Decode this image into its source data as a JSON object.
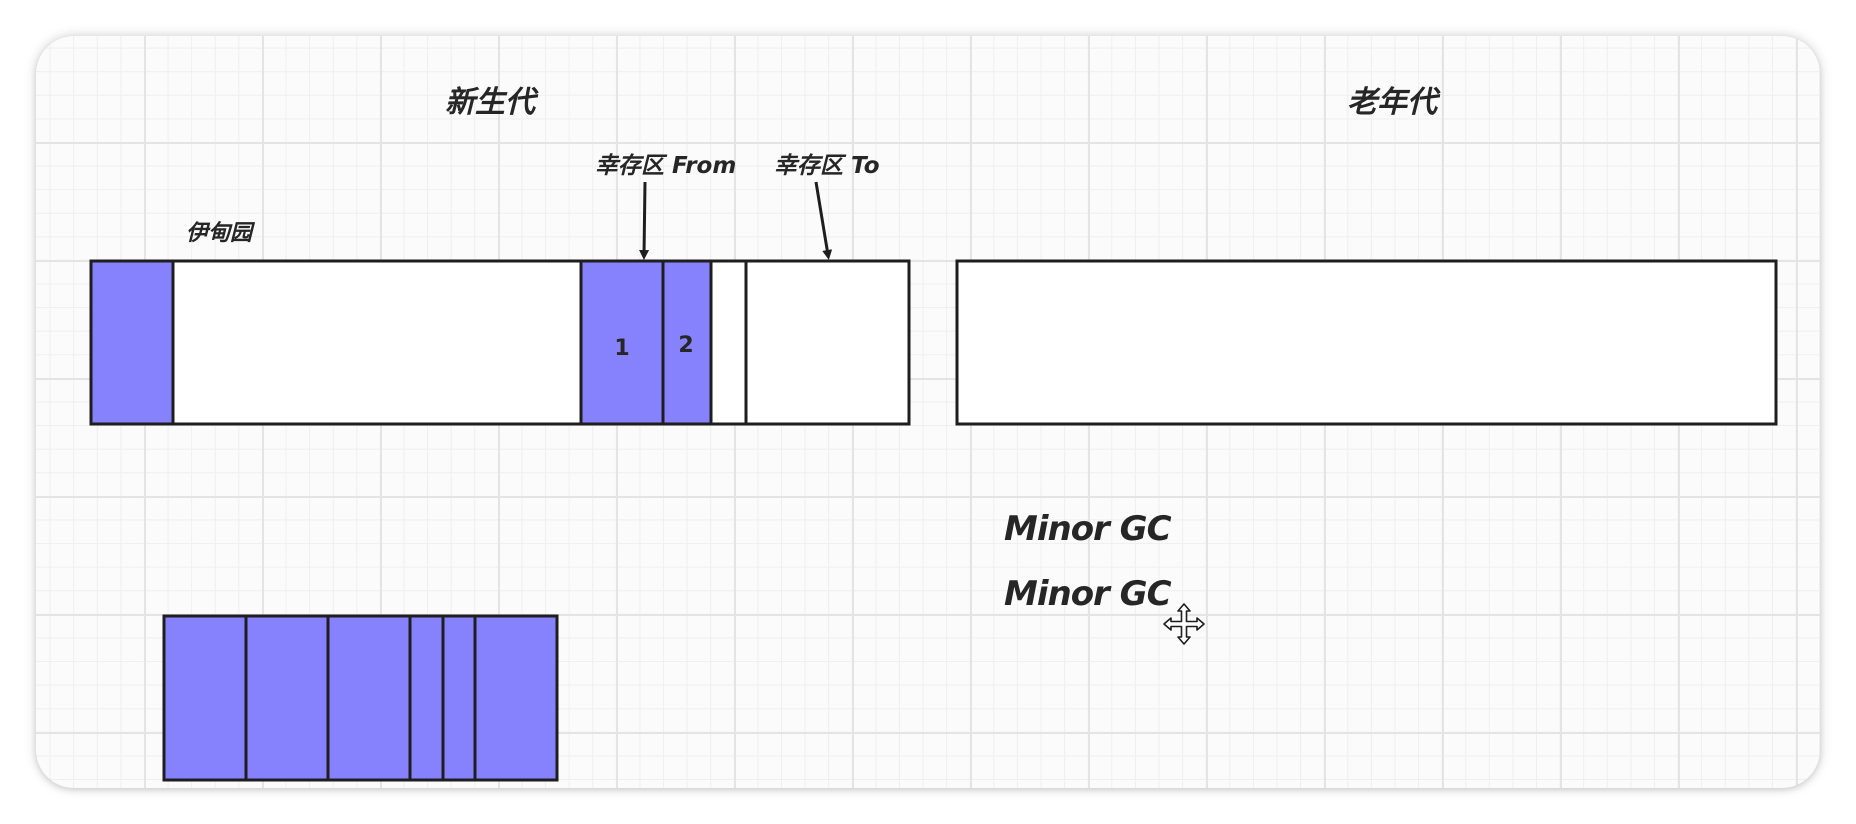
{
  "diagram": {
    "young_gen_label": "新生代",
    "old_gen_label": "老年代",
    "eden_label": "伊甸园",
    "survivor_from_label": "幸存区 From",
    "survivor_to_label": "幸存区 To",
    "survivor_obj_1": "1",
    "survivor_obj_2": "2",
    "gc_events": [
      "Minor GC",
      "Minor GC"
    ],
    "object_fill_color": "#8682fe",
    "stroke_color": "#1e1e1e",
    "text_color": "#262626",
    "cursor_icon": "move-cursor-icon"
  }
}
